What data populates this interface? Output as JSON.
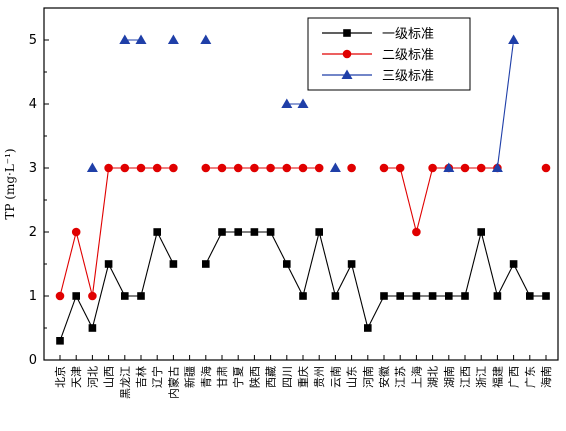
{
  "chart_data": {
    "type": "line",
    "ylabel": "TP (mg·L⁻¹)",
    "ylim": [
      0,
      5.5
    ],
    "yticks": [
      0,
      1,
      2,
      3,
      4,
      5
    ],
    "categories": [
      "北京",
      "天津",
      "河北",
      "山西",
      "黑龙江",
      "吉林",
      "辽宁",
      "内蒙古",
      "新疆",
      "青海",
      "甘肃",
      "宁夏",
      "陕西",
      "西藏",
      "四川",
      "重庆",
      "贵州",
      "云南",
      "山东",
      "河南",
      "安徽",
      "江苏",
      "上海",
      "湖北",
      "湖南",
      "江西",
      "浙江",
      "福建",
      "广西",
      "广东",
      "海南"
    ],
    "series": [
      {
        "name": "一级标准",
        "color": "#000000",
        "marker": "square",
        "values": [
          0.3,
          1,
          0.5,
          1.5,
          1,
          1,
          2,
          1.5,
          null,
          1.5,
          2,
          2,
          2,
          2,
          1.5,
          1,
          2,
          1,
          1.5,
          0.5,
          1,
          1,
          1,
          1,
          1,
          1,
          2,
          1,
          1.5,
          1,
          1
        ]
      },
      {
        "name": "二级标准",
        "color": "#e00000",
        "marker": "circle",
        "values": [
          1,
          2,
          1,
          3,
          3,
          3,
          3,
          3,
          null,
          3,
          3,
          3,
          3,
          3,
          3,
          3,
          3,
          null,
          3,
          null,
          3,
          3,
          2,
          3,
          3,
          3,
          3,
          3,
          null,
          null,
          3
        ]
      },
      {
        "name": "三级标准",
        "color": "#1f3fa8",
        "marker": "triangle",
        "values": [
          null,
          null,
          3,
          null,
          5,
          5,
          null,
          5,
          null,
          5,
          null,
          null,
          null,
          null,
          4,
          4,
          null,
          3,
          null,
          null,
          null,
          null,
          null,
          null,
          3,
          null,
          null,
          3,
          5,
          null,
          null
        ]
      }
    ],
    "legend": {
      "position": "top-right"
    },
    "grid": false
  }
}
